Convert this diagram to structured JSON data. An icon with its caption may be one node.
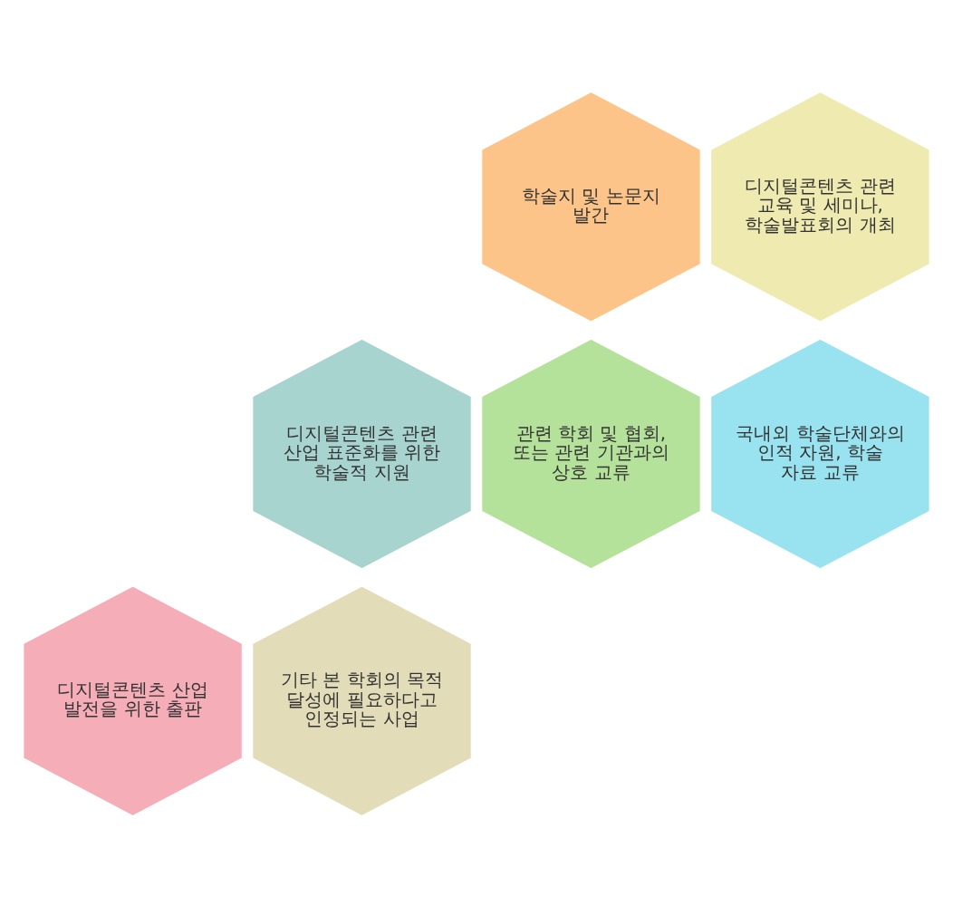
{
  "diagram": {
    "nodes": [
      {
        "text": [
          "학술지 및 논문지 발간"
        ]
      },
      {
        "text": [
          "디지털콘텐츠 관련 교육 및 세미나, 학술발표회의 개최"
        ]
      },
      {
        "text": [
          "디지털콘텐츠 관련 산업 표준화를 위한 학술적 지원"
        ]
      },
      {
        "text": [
          "관련 학회 및 협회, 또는 관련 기관과의 상호 교류"
        ]
      },
      {
        "text": [
          "국내외 학술단체와의 인적 자원, 학술 자료 교류"
        ]
      },
      {
        "text": [
          "디지털콘텐츠 산업 발전을 위한 출판"
        ]
      },
      {
        "text": [
          "기타 본 학회의 목적 달성에 필요하다고 인정되는 사업"
        ]
      }
    ]
  }
}
